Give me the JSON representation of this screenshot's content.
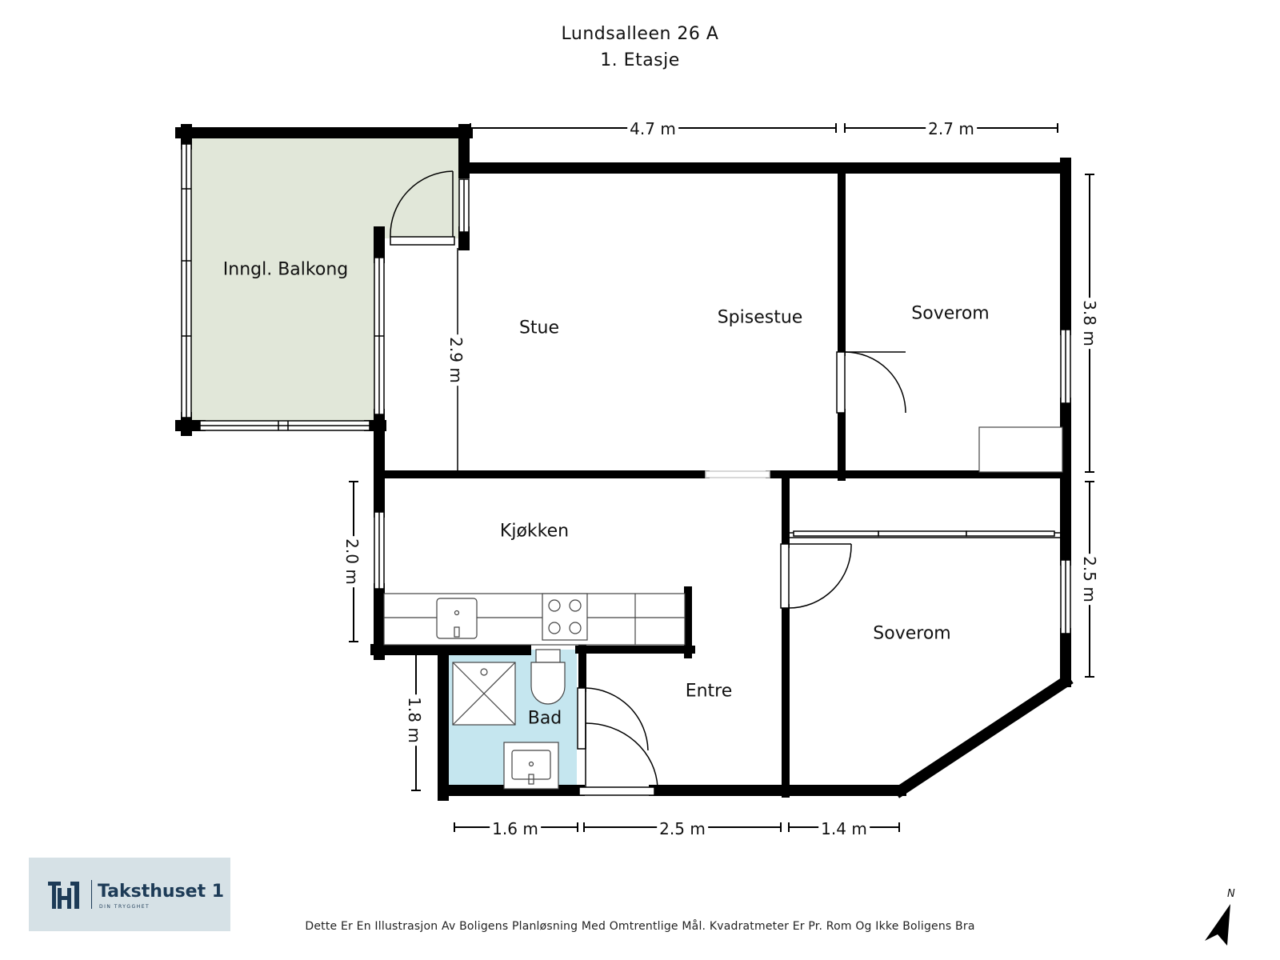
{
  "header": {
    "address": "Lundsalleen 26 A",
    "floor": "1. Etasje"
  },
  "rooms": {
    "balcony": "Inngl. Balkong",
    "living": "Stue",
    "dining": "Spisestue",
    "bedroom1": "Soverom",
    "kitchen": "Kjøkken",
    "bedroom2": "Soverom",
    "entrance": "Entre",
    "bathroom": "Bad"
  },
  "dimensions": {
    "top_left": "4.7 m",
    "top_right": "2.7 m",
    "right_upper": "3.8 m",
    "right_lower": "2.5 m",
    "inner_living": "2.9 m",
    "left_kitchen": "2.0 m",
    "left_bath": "1.8 m",
    "bottom_bath": "1.6 m",
    "bottom_entre": "2.5 m",
    "bottom_bed": "1.4 m"
  },
  "colors": {
    "wall": "#000000",
    "balcony_fill": "#e1e7d9",
    "bathroom_fill": "#c5e6ef",
    "logo_bg": "#d6e1e6",
    "logo_text": "#1d3b57"
  },
  "logo": {
    "mark": "TH1",
    "name": "Taksthuset 1",
    "slogan": "DIN TRYGGHET"
  },
  "footer": {
    "disclaimer": "Dette Er En Illustrasjon Av Boligens Planløsning Med Omtrentlige Mål. Kvadratmeter Er Pr. Rom Og Ikke Boligens Bra"
  },
  "compass": {
    "label": "N",
    "icon": "north-arrow-icon"
  }
}
